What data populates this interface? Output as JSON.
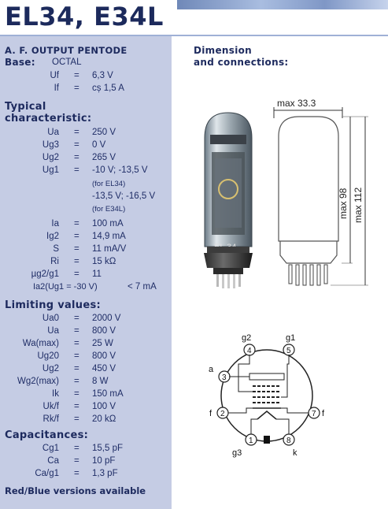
{
  "title": "EL34, E34L",
  "left": {
    "section1": {
      "title": "A. F. OUTPUT PENTODE",
      "base_label": "Base:",
      "base_value": "OCTAL"
    },
    "heater": [
      {
        "sym": "Uf",
        "val": "6,3 V"
      },
      {
        "sym": "If",
        "val": "cș 1,5 A"
      }
    ],
    "typical_title_1": "Typical",
    "typical_title_2": "characteristic:",
    "typical": [
      {
        "sym": "Ua",
        "val": "250 V"
      },
      {
        "sym": "Ug3",
        "val": "0 V"
      },
      {
        "sym": "Ug2",
        "val": "265 V"
      },
      {
        "sym": "Ug1",
        "val": "-10 V; -13,5 V"
      }
    ],
    "typical_note1": "(for EL34)",
    "typical_alt": "-13,5 V; -16,5 V",
    "typical_note2": "(for E34L)",
    "typical2": [
      {
        "sym": "Ia",
        "val": "100 mA"
      },
      {
        "sym": "Ig2",
        "val": "14,9 mA"
      },
      {
        "sym": "S",
        "val": "11 mA/V"
      },
      {
        "sym": "Ri",
        "val": "15 kΩ"
      },
      {
        "sym": "µg2/g1",
        "val": "11"
      }
    ],
    "typical_last": {
      "sym": "Ia2(Ug1 = -30 V)",
      "val": "< 7 mA"
    },
    "limiting_title": "Limiting values:",
    "limiting": [
      {
        "sym": "Ua0",
        "val": "2000 V"
      },
      {
        "sym": "Ua",
        "val": "800 V"
      },
      {
        "sym": "Wa(max)",
        "val": "25 W"
      },
      {
        "sym": "Ug20",
        "val": "800 V"
      },
      {
        "sym": "Ug2",
        "val": "450 V"
      },
      {
        "sym": "Wg2(max)",
        "val": "8 W"
      },
      {
        "sym": "Ik",
        "val": "150 mA"
      },
      {
        "sym": "Uk/f",
        "val": "100 V"
      },
      {
        "sym": "Rk/f",
        "val": "20 kΩ"
      }
    ],
    "capacitance_title": "Capacitances:",
    "capacitances": [
      {
        "sym": "Cg1",
        "val": "15,5 pF"
      },
      {
        "sym": "Ca",
        "val": "10 pF"
      },
      {
        "sym": "Ca/g1",
        "val": "1,3 pF"
      }
    ],
    "footer": "Red/Blue versions available"
  },
  "right": {
    "dimension_title_1": "Dimension",
    "dimension_title_2": "and connections:",
    "dim_width": "max 33.3",
    "dim_h1": "max 98",
    "dim_h2": "max 112",
    "tube_label": "EL 34",
    "pins": {
      "g2": "g2",
      "g1": "g1",
      "a": "a",
      "f_left": "f",
      "f_right": "f",
      "g3": "g3",
      "k": "k",
      "n1": "1",
      "n2": "2",
      "n3": "3",
      "n4": "4",
      "n5": "5",
      "n7": "7",
      "n8": "8"
    }
  },
  "colors": {
    "panel": "#c5cce4",
    "text": "#1f2d66",
    "title": "#1c2a5c"
  }
}
